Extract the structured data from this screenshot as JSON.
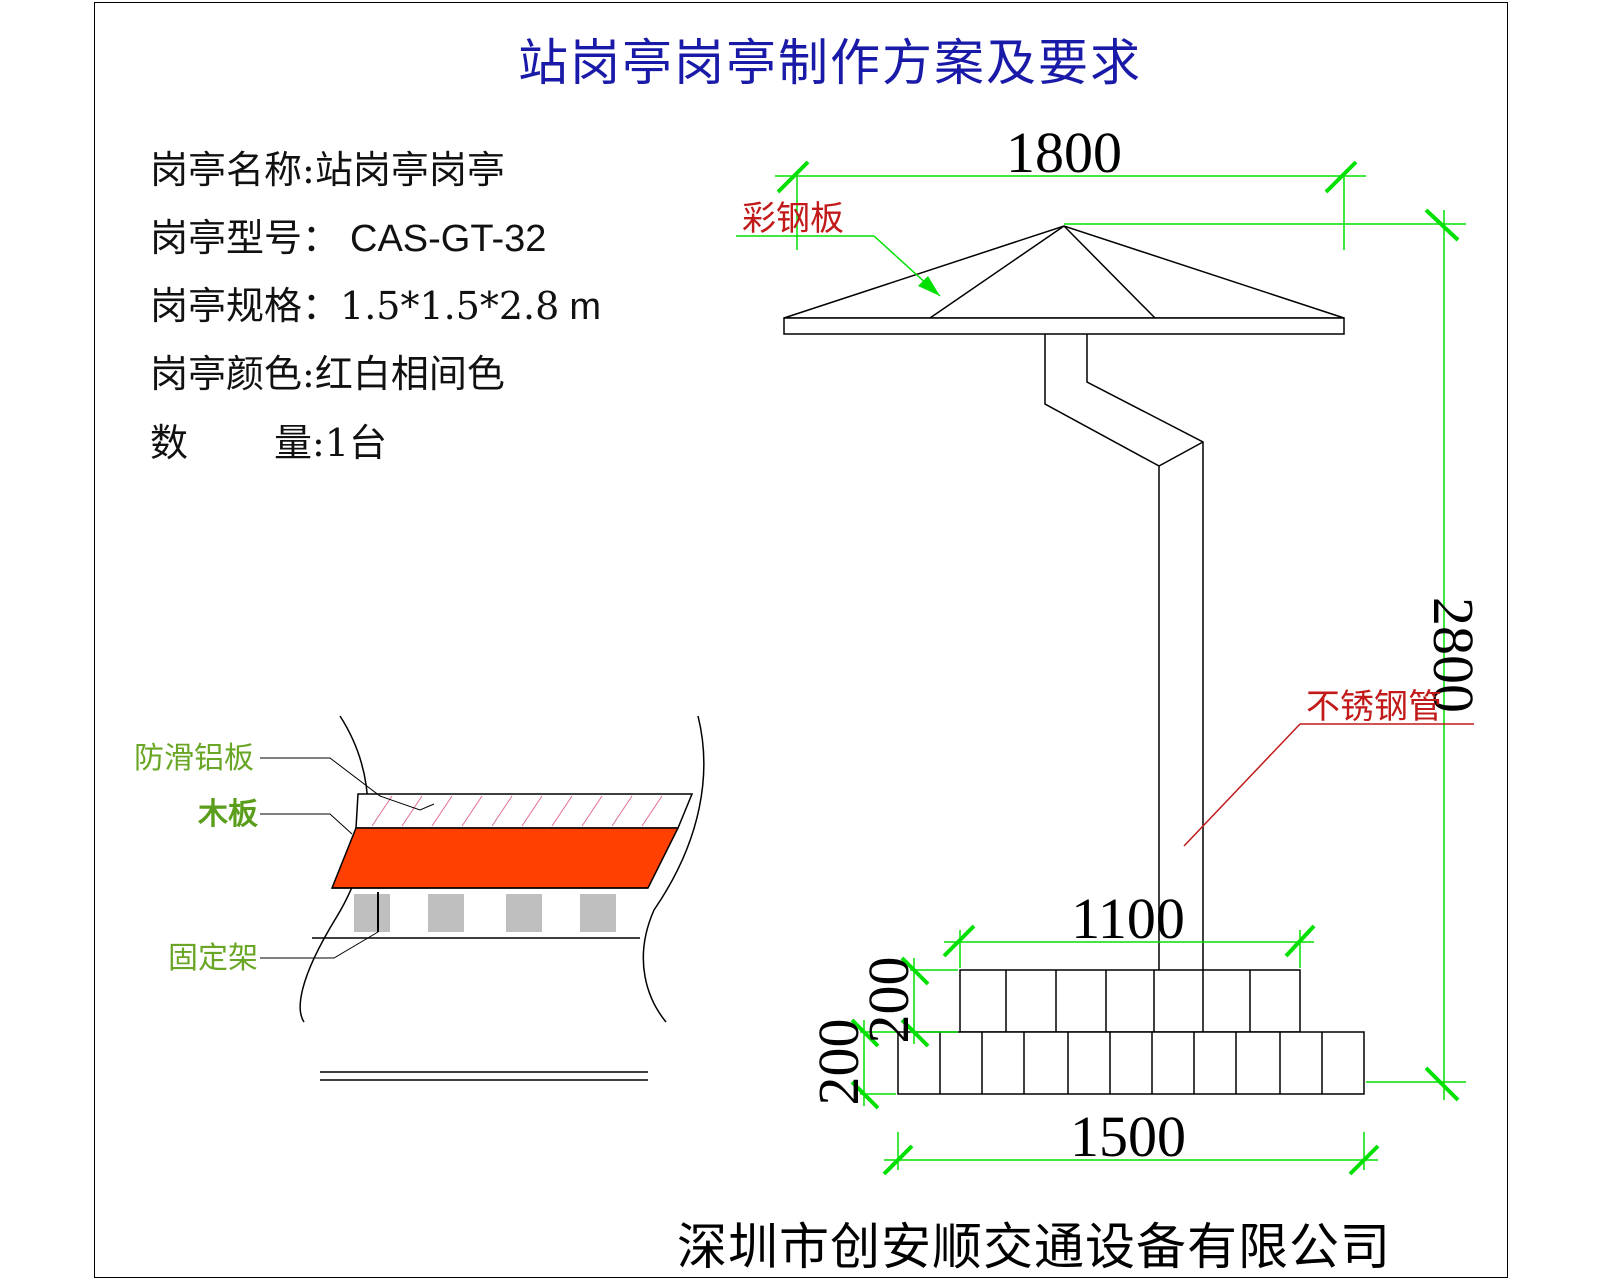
{
  "title": "站岗亭岗亭制作方案及要求",
  "specs": {
    "name_label": "岗亭名称:",
    "name_value": "站岗亭岗亭",
    "model_label": "岗亭型号：",
    "model_value": "CAS-GT-32",
    "size_label": "岗亭规格：",
    "size_value": "1.5*1.5*2.8",
    "size_unit": "m",
    "color_label": "岗亭颜色:",
    "color_value": "红白相间色",
    "qty_label_a": "数",
    "qty_label_b": "量:",
    "qty_value": "1台"
  },
  "dimensions": {
    "roof_width": "1800",
    "height": "2800",
    "upper_base_width": "1100",
    "base_width": "1500",
    "upper_base_height": "200",
    "lower_base_height": "200"
  },
  "callouts": {
    "roof_material": "彩钢板",
    "pole_material": "不锈钢管"
  },
  "detail_labels": {
    "anti_slip": "防滑铝板",
    "wood": "木板",
    "frame": "固定架"
  },
  "company": "深圳市创安顺交通设备有限公司",
  "colors": {
    "title": "#1a1aa8",
    "dimension_line": "#00e000",
    "callout_red": "#c21a1a",
    "detail_green": "#6aa626",
    "wood_board": "#ff4000",
    "frame_block": "#bfbfbf"
  }
}
